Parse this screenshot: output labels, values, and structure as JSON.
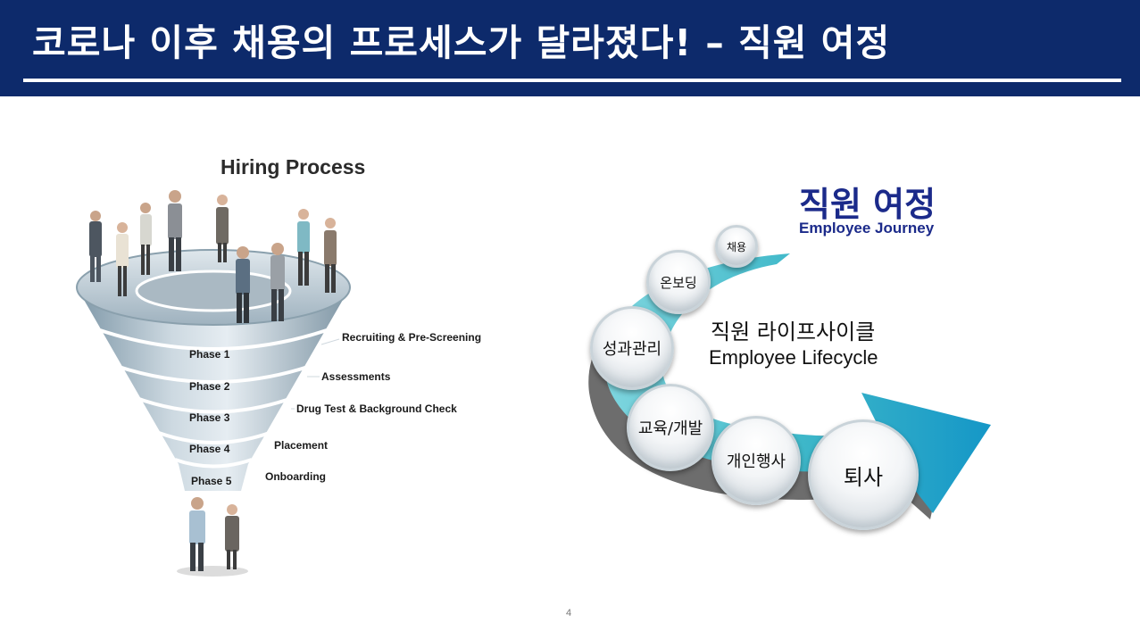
{
  "header": {
    "title": "코로나 이후 채용의 프로세스가 달라졌다! – 직원 여정"
  },
  "hiring": {
    "title": "Hiring Process",
    "phases": [
      "Phase 1",
      "Phase 2",
      "Phase 3",
      "Phase 4",
      "Phase 5"
    ],
    "steps": [
      "Recruiting & Pre-Screening",
      "Assessments",
      "Drug Test & Background Check",
      "Placement",
      "Onboarding"
    ]
  },
  "journey": {
    "title": "직원 여정",
    "subtitle": "Employee Journey",
    "center_ko": "직원 라이프사이클",
    "center_en": "Employee Lifecycle",
    "stages": [
      "채용",
      "온보딩",
      "성과관리",
      "교육/개발",
      "개인행사",
      "퇴사"
    ]
  },
  "colors": {
    "header_bg": "#0d2a6b",
    "journey_title": "#1b2a8a",
    "arrow_teal": "#3fb8c9",
    "arrow_gray": "#6d6d6d"
  },
  "footer": {
    "page_number": "4"
  }
}
